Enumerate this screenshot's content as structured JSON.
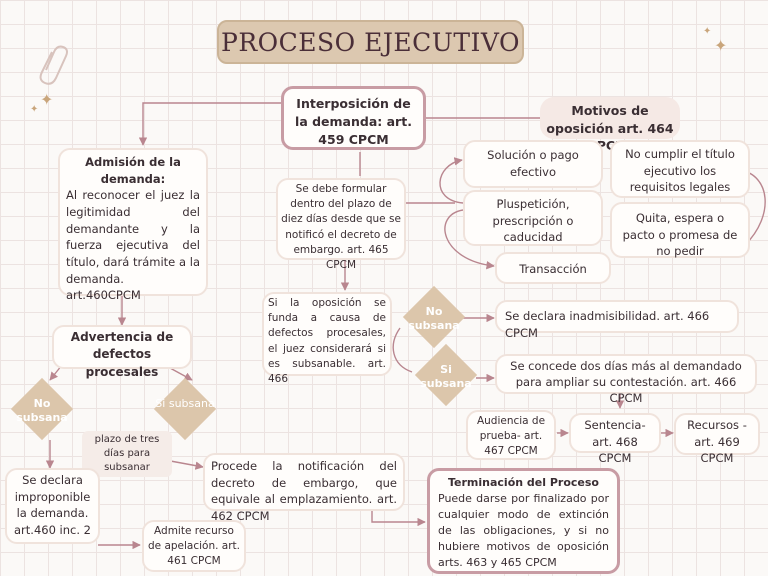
{
  "title": "PROCESO EJECUTIVO",
  "interposicion": "Interposición de la demanda: art. 459 CPCM",
  "motivos": "Motivos de oposición art. 464 CPCM:",
  "admision": {
    "heading": "Admisión de la demanda:",
    "body": "Al reconocer el juez la legitimidad del demandante y la fuerza ejecutiva del título, dará trámite a la demanda. art.460CPCM"
  },
  "plazo_oposicion": "Se debe formular dentro del plazo de diez días desde que se notificó el decreto de embargo. art. 465 CPCM",
  "motivos_items": {
    "solucion": "Solución o pago efectivo",
    "pluspeticion": "Pluspetición, prescripción o caducidad",
    "transaccion": "Transacción",
    "no_cumplir": "No cumplir el título ejecutivo los requisitos legales",
    "quita": "Quita, espera o pacto o promesa de no pedir"
  },
  "subsanable": "Si la oposición se funda a causa de defectos procesales, el juez considerará si es subsanable. art. 466",
  "advertencia": "Advertencia de defectos procesales",
  "no_subsana": "No subsana",
  "si_subsana": "Si subsana",
  "inadmisibilidad": "Se declara inadmisibilidad. art. 466 CPCM",
  "dos_dias": "Se concede dos días más al demandado para ampliar su contestación. art. 466 CPCM",
  "audiencia": "Audiencia de prueba- art. 467 CPCM",
  "sentencia": "Sentencia- art. 468 CPCM",
  "recursos": "Recursos - art. 469 CPCM",
  "plazo_tres": "plazo de tres días para subsanar",
  "notificacion": "Procede la notificación del decreto de embargo, que equivale al emplazamiento. art. 462 CPCM",
  "improponible": "Se declara improponible la demanda. art.460 inc. 2",
  "apelacion": "Admite recurso de apelación. art. 461 CPCM",
  "terminacion": {
    "heading": "Terminación del Proceso",
    "body": "Puede darse por finalizado por cualquier modo de extinción de las obligaciones, y si no hubiere motivos de oposición arts. 463 y 465 CPCM"
  },
  "colors": {
    "accent": "#c89ca4",
    "tan": "#dcc6ab",
    "title_bg": "#dcc8b0",
    "line": "#b9868f"
  },
  "icons": [
    "paperclip-icon",
    "sparkle-icon"
  ]
}
